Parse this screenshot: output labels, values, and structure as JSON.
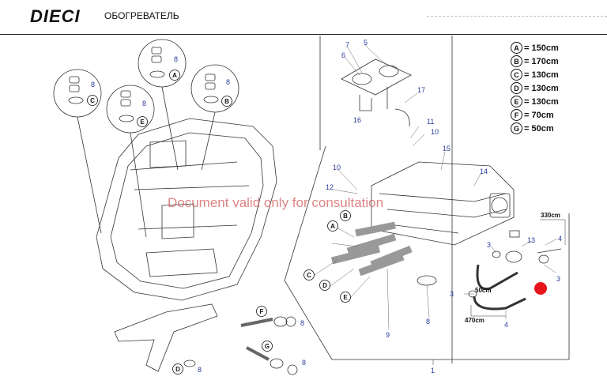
{
  "header": {
    "brand": "DIECI",
    "title": "ОБОГРЕВАТЕЛЬ"
  },
  "dimensions": [
    {
      "letter": "A",
      "value": "= 150cm"
    },
    {
      "letter": "B",
      "value": "= 170cm"
    },
    {
      "letter": "C",
      "value": "= 130cm"
    },
    {
      "letter": "D",
      "value": "= 130cm"
    },
    {
      "letter": "E",
      "value": "= 130cm"
    },
    {
      "letter": "F",
      "value": "=  70cm"
    },
    {
      "letter": "G",
      "value": "=  50cm"
    }
  ],
  "watermark": "Document valid only for consultation",
  "part_numbers": {
    "n1": "1",
    "n3a": "3",
    "n3b": "3",
    "n3c": "3",
    "n4a": "4",
    "n4b": "4",
    "n5": "5",
    "n6": "6",
    "n7": "7",
    "n8a": "8",
    "n8b": "8",
    "n8c": "8",
    "n8d": "8",
    "n8e": "8",
    "n8f": "8",
    "n8g": "8",
    "n8h": "8",
    "n9": "9",
    "n10a": "10",
    "n10b": "10",
    "n11": "11",
    "n12": "12",
    "n13": "13",
    "n14": "14",
    "n15": "15",
    "n16": "16",
    "n17": "17"
  },
  "callouts": {
    "a1": "A",
    "b1": "B",
    "c1": "C",
    "e1": "E",
    "a2": "A",
    "b2": "B",
    "c2": "C",
    "d2": "D",
    "e2": "E",
    "f": "F",
    "g": "G",
    "d3": "D"
  },
  "measures": {
    "m330": "330cm",
    "m50": "50cm",
    "m470": "470cm"
  },
  "colors": {
    "marker": "#e8141b",
    "partnum": "#2a3c9a",
    "watermark": "#d25b5b"
  }
}
